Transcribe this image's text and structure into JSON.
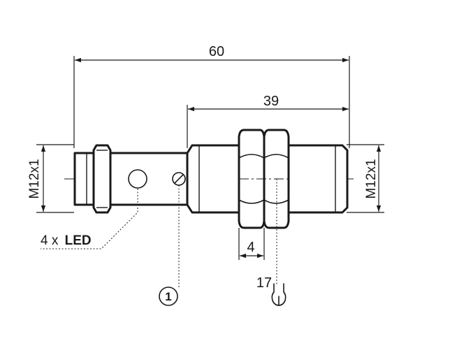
{
  "dimensions": {
    "overall_length": "60",
    "thread_length": "39",
    "thread_left": "M12x1",
    "thread_right": "M12x1",
    "nut_thickness": "4",
    "wrench_size": "17"
  },
  "labels": {
    "led_count": "4 x",
    "led_word": "LED",
    "callout_number": "1"
  },
  "icons": {
    "wrench": "wrench-icon",
    "screw": "adjustment-screw-icon",
    "led_window": "led-window-icon"
  },
  "colors": {
    "line": "#1a1a1a",
    "background": "#ffffff"
  }
}
